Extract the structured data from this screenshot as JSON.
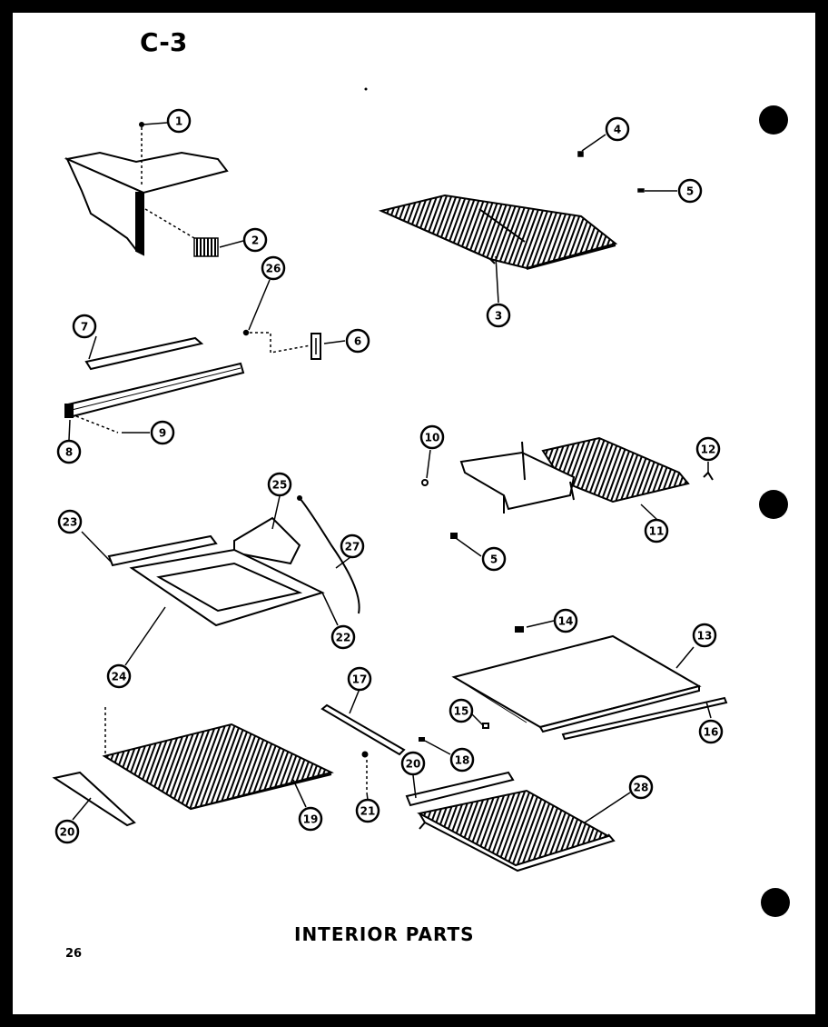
{
  "header": {
    "section_code": "C-3"
  },
  "footer": {
    "title": "INTERIOR PARTS",
    "page_number": "26"
  },
  "callouts": {
    "c1": "1",
    "c2": "2",
    "c3": "3",
    "c4": "4",
    "c5a": "5",
    "c5b": "5",
    "c6": "6",
    "c7": "7",
    "c8": "8",
    "c9": "9",
    "c10": "10",
    "c11": "11",
    "c12": "12",
    "c13": "13",
    "c14": "14",
    "c15": "15",
    "c16": "16",
    "c17": "17",
    "c18": "18",
    "c19": "19",
    "c20a": "20",
    "c20b": "20",
    "c21": "21",
    "c22": "22",
    "c23": "23",
    "c24": "24",
    "c25": "25",
    "c26": "26",
    "c27": "27",
    "c28": "28"
  }
}
